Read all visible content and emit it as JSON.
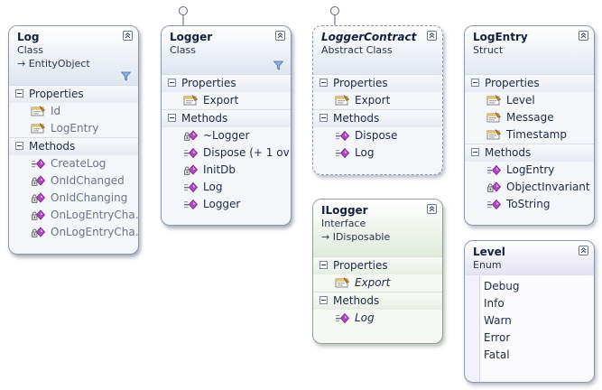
{
  "colors": {
    "class_header": "#dfe5f0",
    "interface_header": "#e1eadc",
    "enum_header": "#e4e1f1",
    "border": "#8d97ad",
    "method_icon": "#a43fb5",
    "property_icon": "#caa23e"
  },
  "log": {
    "name": "Log",
    "kind": "Class",
    "base": "→ EntityObject",
    "properties_label": "Properties",
    "properties": [
      "Id",
      "LogEntry"
    ],
    "methods_label": "Methods",
    "methods": [
      "CreateLog",
      "OnIdChanged",
      "OnIdChanging",
      "OnLogEntryCha…",
      "OnLogEntryCha…"
    ]
  },
  "logger": {
    "name": "Logger",
    "kind": "Class",
    "properties_label": "Properties",
    "properties": [
      "Export"
    ],
    "methods_label": "Methods",
    "methods": [
      "~Logger",
      "Dispose (+ 1 ov…",
      "InitDb",
      "Log",
      "Logger"
    ]
  },
  "logger_contract": {
    "name": "LoggerContract",
    "kind": "Abstract Class",
    "properties_label": "Properties",
    "properties": [
      "Export"
    ],
    "methods_label": "Methods",
    "methods": [
      "Dispose",
      "Log"
    ]
  },
  "ilogger": {
    "name": "ILogger",
    "kind": "Interface",
    "base": "→ IDisposable",
    "properties_label": "Properties",
    "properties": [
      "Export"
    ],
    "methods_label": "Methods",
    "methods": [
      "Log"
    ]
  },
  "log_entry": {
    "name": "LogEntry",
    "kind": "Struct",
    "properties_label": "Properties",
    "properties": [
      "Level",
      "Message",
      "Timestamp"
    ],
    "methods_label": "Methods",
    "methods": [
      "LogEntry",
      "ObjectInvariant",
      "ToString"
    ]
  },
  "level": {
    "name": "Level",
    "kind": "Enum",
    "values": [
      "Debug",
      "Info",
      "Warn",
      "Error",
      "Fatal"
    ]
  }
}
